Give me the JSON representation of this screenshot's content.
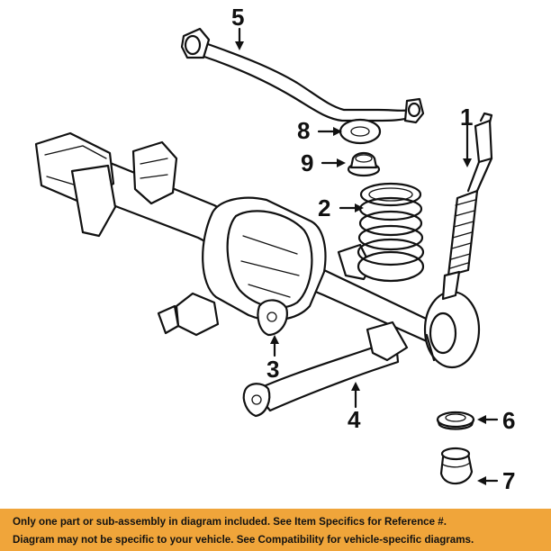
{
  "diagram": {
    "callouts": [
      {
        "id": "1",
        "label": "1"
      },
      {
        "id": "2",
        "label": "2"
      },
      {
        "id": "3",
        "label": "3"
      },
      {
        "id": "4",
        "label": "4"
      },
      {
        "id": "5",
        "label": "5"
      },
      {
        "id": "6",
        "label": "6"
      },
      {
        "id": "7",
        "label": "7"
      },
      {
        "id": "8",
        "label": "8"
      },
      {
        "id": "9",
        "label": "9"
      }
    ]
  },
  "footer": {
    "line1": "Only one part or sub-assembly in diagram included. See Item Specifics for Reference #.",
    "line2": "Diagram may not be specific to your vehicle. See Compatibility for vehicle-specific diagrams."
  },
  "colors": {
    "footer_bg": "#f0a53a",
    "ink": "#111111",
    "background": "#ffffff"
  }
}
